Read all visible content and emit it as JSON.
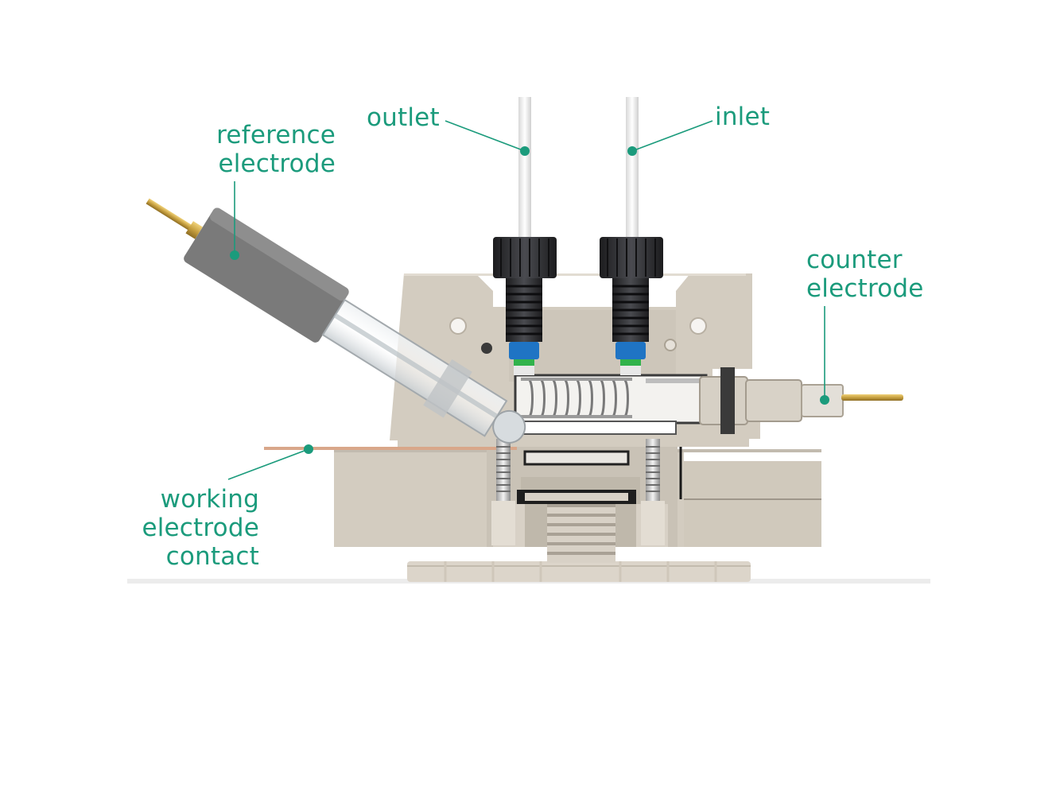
{
  "colors": {
    "label": "#1b9b7c",
    "body": "#d3ccc0",
    "body_dark": "#b4ac9f",
    "fitting": "#2c2d31",
    "seal": "#1f74c4",
    "gold": "#c7a040",
    "copper": "#c98b6a"
  },
  "labels": {
    "reference": [
      "reference",
      "electrode"
    ],
    "outlet": [
      "outlet"
    ],
    "inlet": [
      "inlet"
    ],
    "counter": [
      "counter",
      "electrode"
    ],
    "working": [
      "working",
      "electrode",
      "contact"
    ]
  }
}
